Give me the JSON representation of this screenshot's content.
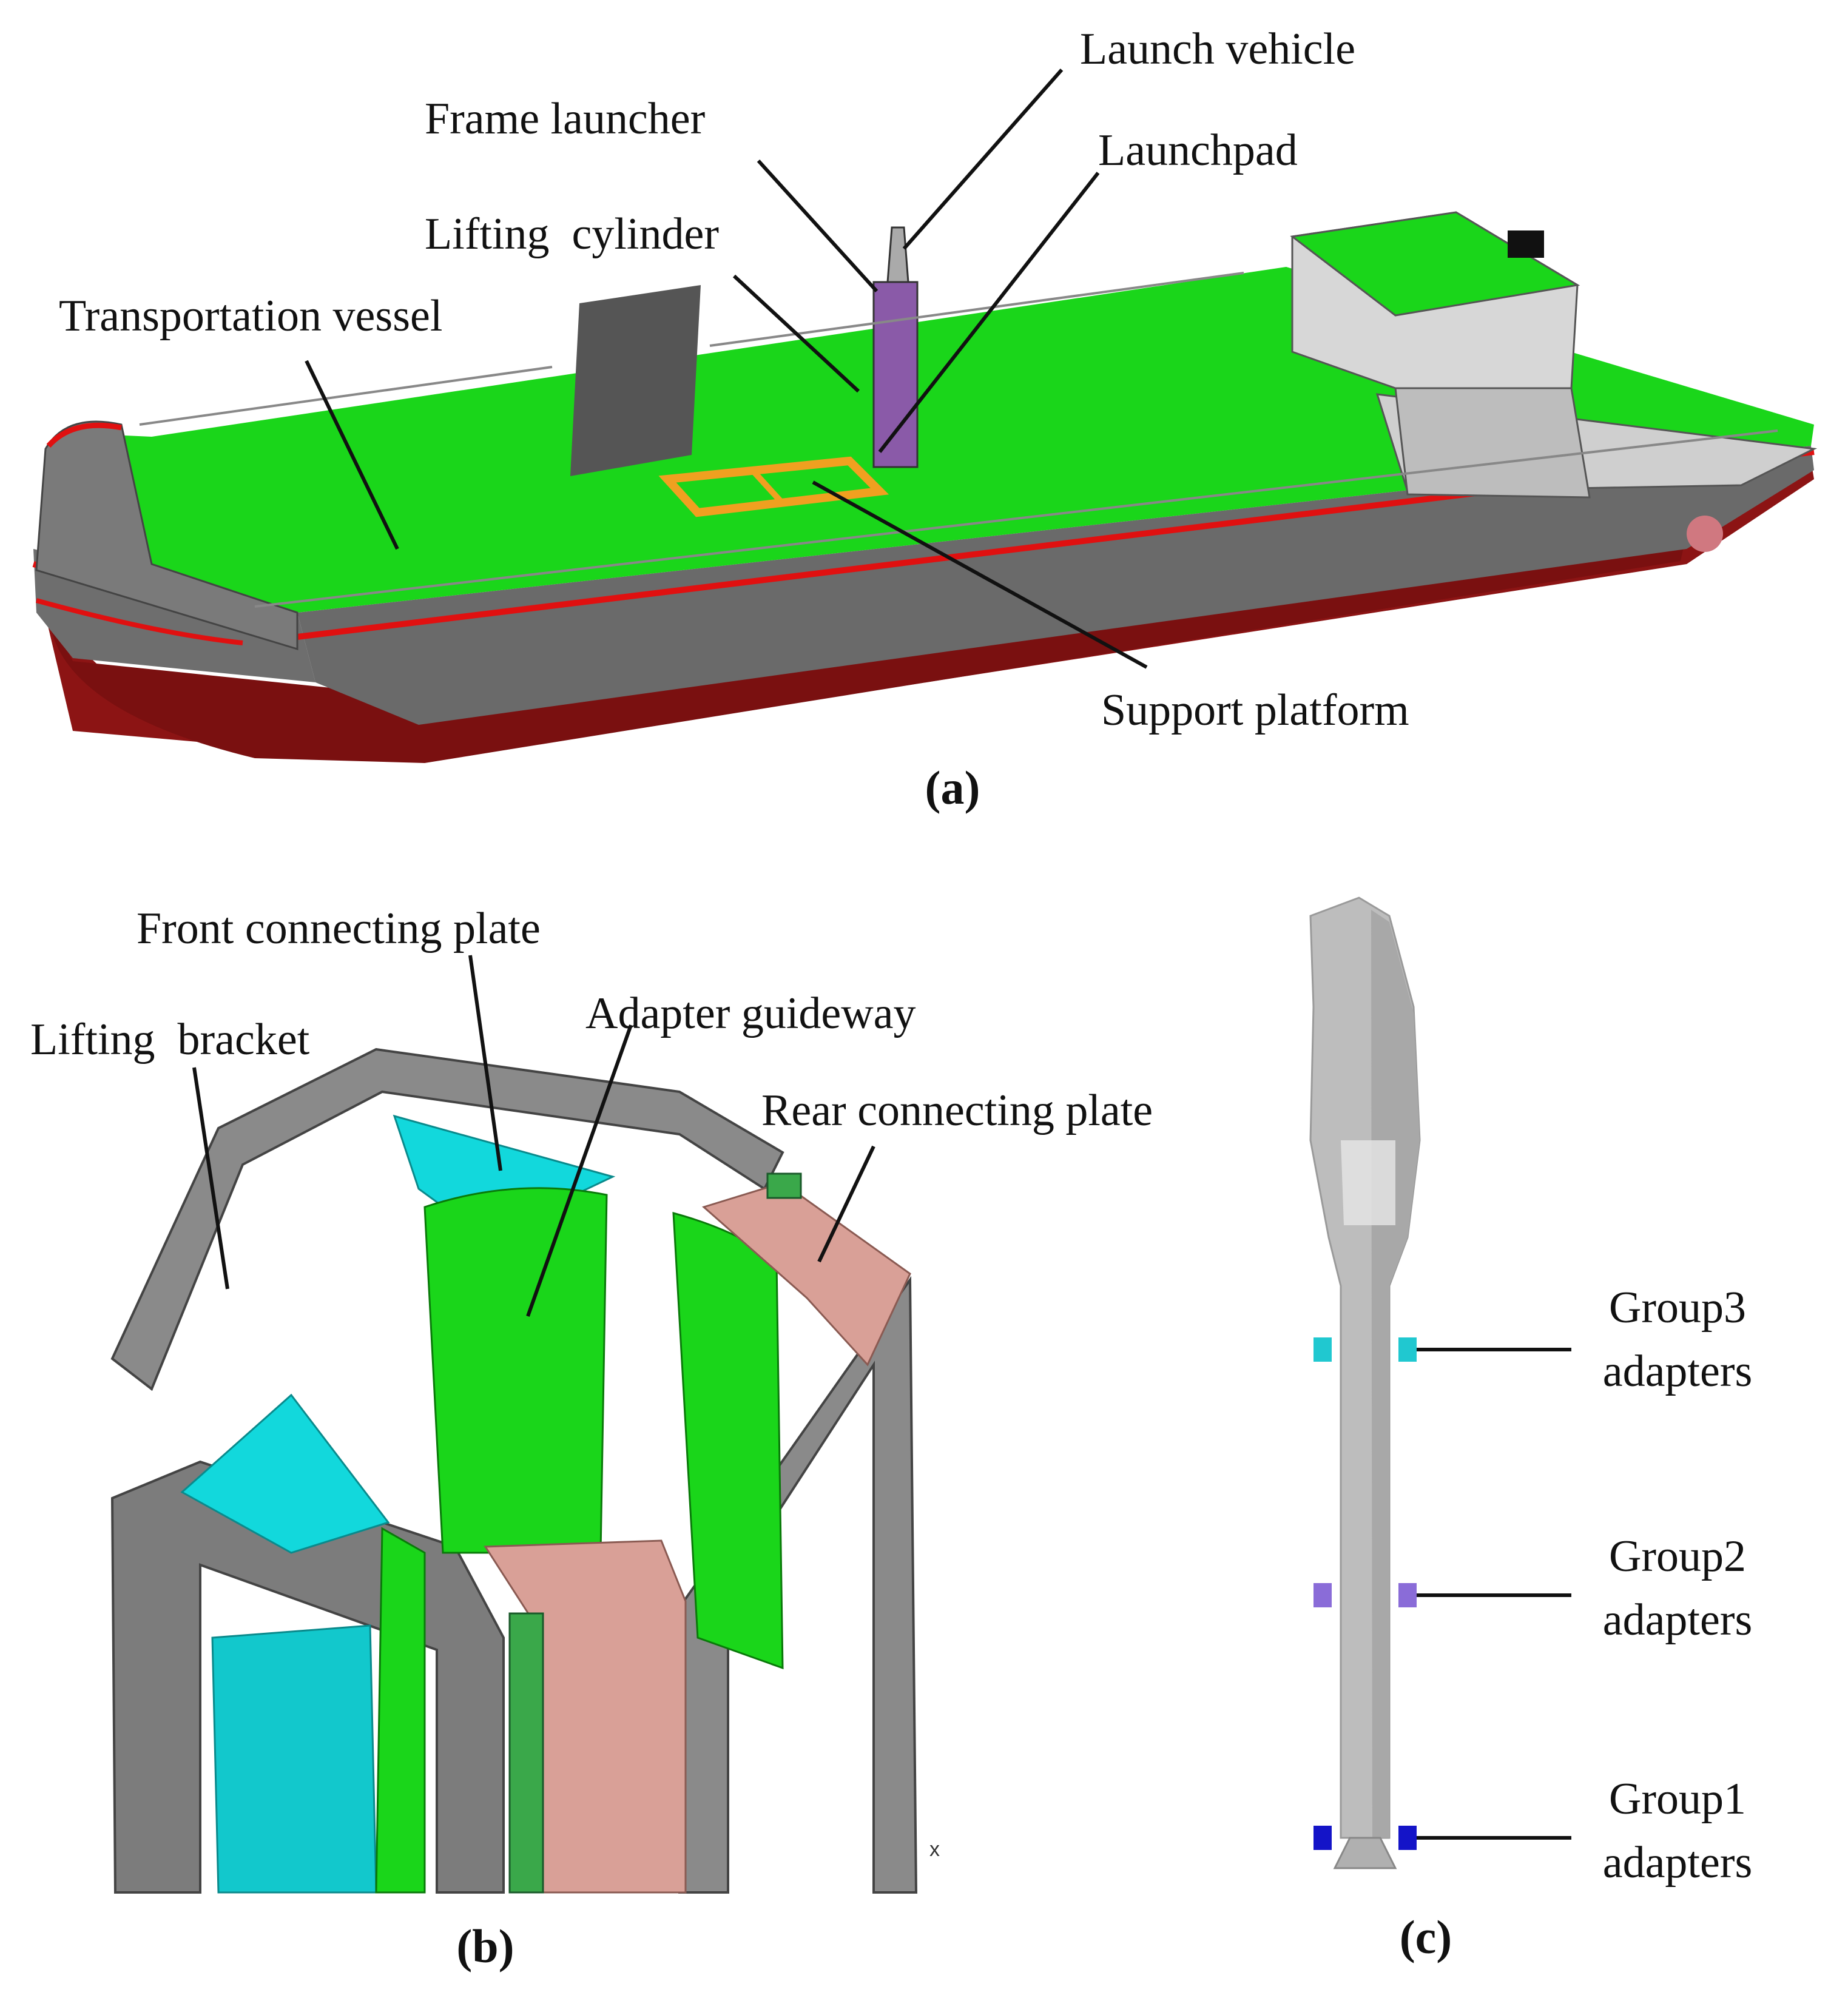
{
  "panel_a": {
    "caption": "(a)",
    "labels": {
      "launch_vehicle": "Launch vehicle",
      "frame_launcher": "Frame launcher",
      "launchpad": "Launchpad",
      "lifting_cylinder": "Lifting  cylinder",
      "transportation_vessel": "Transportation vessel",
      "support_platform": "Support platform"
    }
  },
  "panel_b": {
    "caption": "(b)",
    "axis_mark": "x",
    "labels": {
      "front_connecting_plate": "Front connecting plate",
      "lifting_bracket": "Lifting  bracket",
      "adapter_guideway": "Adapter guideway",
      "rear_connecting_plate": "Rear connecting plate"
    }
  },
  "panel_c": {
    "caption": "(c)",
    "labels": {
      "group3_l1": "Group3",
      "group3_l2": "adapters",
      "group2_l1": "Group2",
      "group2_l2": "adapters",
      "group1_l1": "Group1",
      "group1_l2": "adapters"
    }
  },
  "colors": {
    "deck_green": "#1ad61a",
    "hull_gray": "#6e6e6e",
    "hull_red": "#8c1414",
    "stripe_red": "#e01010",
    "plate_cyan": "#12d8dc",
    "plate_pink": "#d9a097",
    "frame_gray": "#8a8a8a",
    "rocket_gray": "#bdbdbd",
    "platform_orange": "#f0a020",
    "adapter_cyan": "#20c8d0",
    "adapter_purple": "#8a6cd8",
    "adapter_blue": "#1414c8"
  }
}
